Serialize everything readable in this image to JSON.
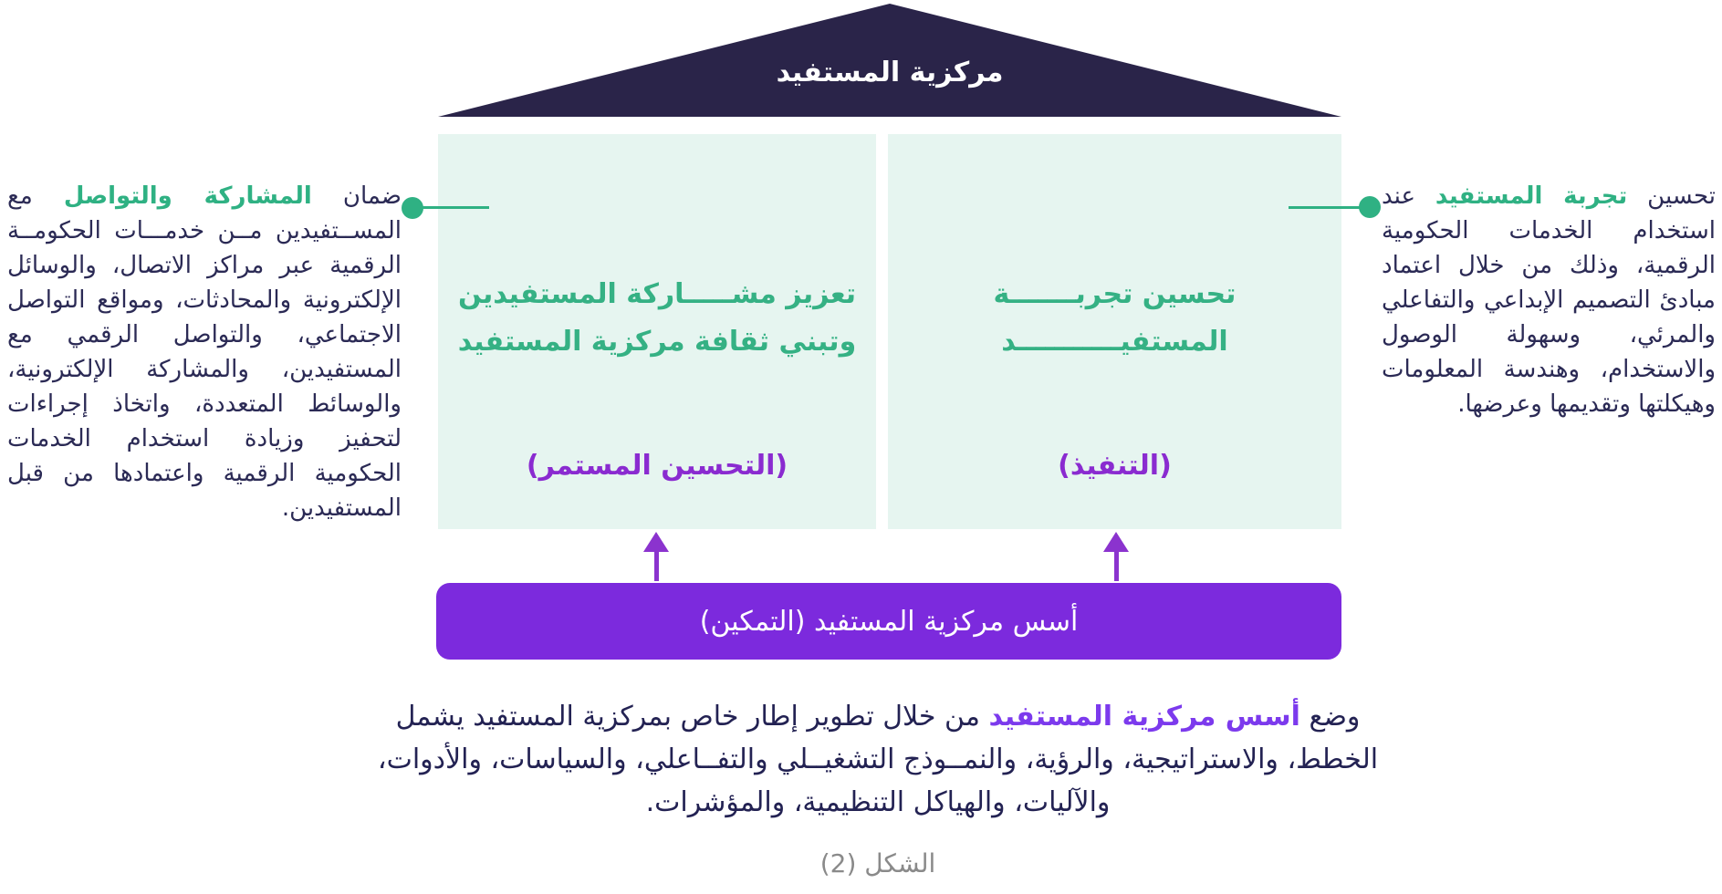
{
  "roof": {
    "label": "مركزية المستفيد"
  },
  "pillars": [
    {
      "title": "تعزيز مشـــــاركة المستفيدين\nوتبني ثقافة مركزية المستفيد",
      "subtitle": "(التحسين المستمر)"
    },
    {
      "title": "تحسين تجربـــــــة\nالمستفيـــــــــــد",
      "subtitle": "(التنفيذ)"
    }
  ],
  "foundation": {
    "label": "أسس مركزية المستفيد (التمكين)"
  },
  "left_note": {
    "prefix": "ضمان ",
    "highlight": "المشاركة والتواصل",
    "suffix": " مع المســتفيدين مــن خدمـــات الحكومــة الرقمية عبر مراكز الاتصال، والوسائل الإلكترونية والمحادثات، ومواقع التواصل الاجتماعي، والتواصل الرقمي مع المستفيدين، والمشاركة الإلكترونية، والوسائط المتعددة، واتخاذ إجراءات لتحفيز وزيادة استخدام الخدمات الحكومية الرقمية واعتمادها من قبل المستفيدين."
  },
  "right_note": {
    "prefix": "تحسين ",
    "highlight": "تجربة المستفيد",
    "suffix": " عند استخدام الخدمات الحكومية الرقمية، وذلك من خلال اعتماد مبادئ التصميم الإبداعي والتفاعلي والمرئي، وسهولة الوصول والاستخدام، وهندسة المعلومات وهيكلتها وتقديمها وعرضها."
  },
  "bottom_note": {
    "prefix": "وضع ",
    "highlight": "أسس مركزية المستفيد",
    "suffix": " من خلال تطوير إطار خاص بمركزية المستفيد يشمل الخطط، والاستراتيجية، والرؤية، والنمــوذج التشغيــلي والتفــاعلي، والسياسات، والأدوات، والآليات، والهياكل التنظيمية، والمؤشرات."
  },
  "caption": "الشكل (2)",
  "colors": {
    "roof_navy": "#2A2449",
    "text_navy": "#2B2A55",
    "pillar_mint": "#E6F5F0",
    "green_accent": "#2FB183",
    "purple_bar": "#7C2ADD",
    "purple_label": "#8A2BD0",
    "purple_highlight": "#7C3AED",
    "caption_gray": "#8A8A8A"
  }
}
